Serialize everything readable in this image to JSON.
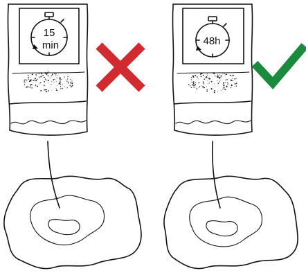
{
  "panels": [
    {
      "timer_lines": [
        "15",
        "min"
      ],
      "verdict": "incorrect",
      "verdict_icon": "cross-icon",
      "verdict_color": "#d12a2f"
    },
    {
      "timer_lines": [
        "48h"
      ],
      "verdict": "correct",
      "verdict_icon": "checkmark-icon",
      "verdict_color": "#1a8a3c"
    }
  ]
}
